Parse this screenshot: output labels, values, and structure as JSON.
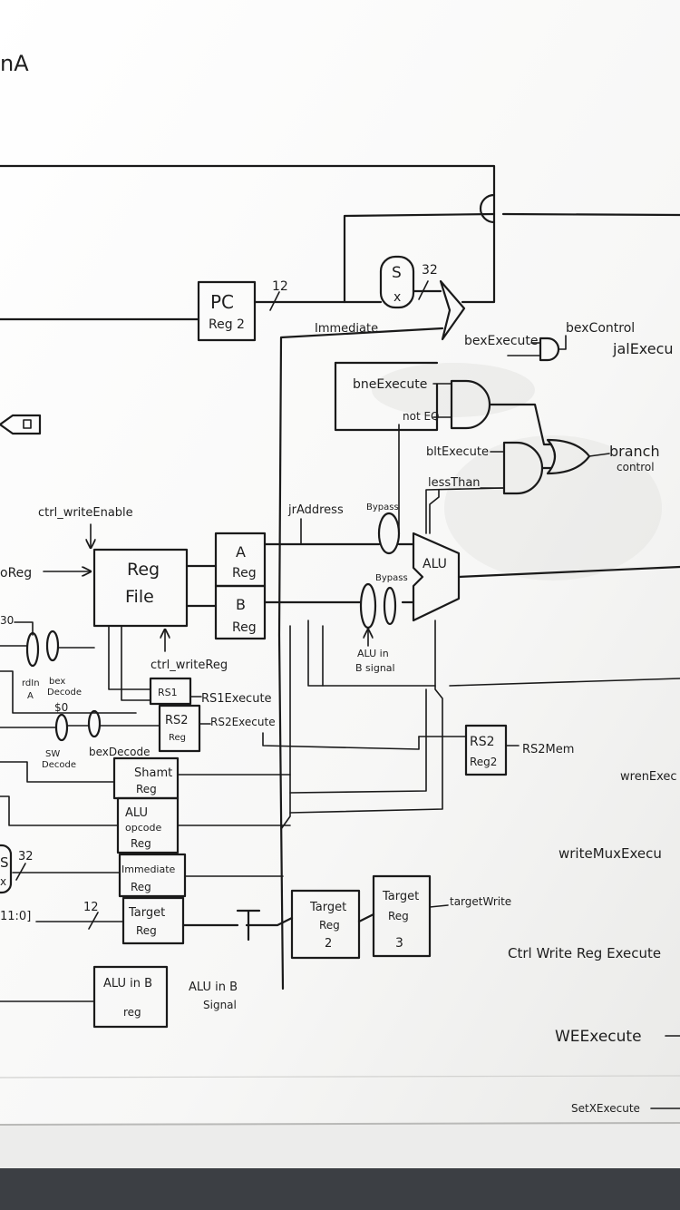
{
  "header": {
    "corner_text": "nA"
  },
  "blocks": {
    "pc_reg": {
      "line1": "PC",
      "line2": "Reg 2"
    },
    "sx_top": {
      "s": "S",
      "x": "x"
    },
    "reg_file": {
      "line1": "Reg",
      "line2": "File"
    },
    "a_reg": {
      "line1": "A",
      "line2": "Reg"
    },
    "b_reg": {
      "line1": "B",
      "line2": "Reg"
    },
    "alu": {
      "label": "ALU"
    },
    "rs1_reg": {
      "label": "RS1"
    },
    "rs2_reg": {
      "line1": "RS2",
      "line2": "Reg"
    },
    "rs2_reg2": {
      "line1": "RS2",
      "line2": "Reg2"
    },
    "shamt_reg": {
      "line1": "Shamt",
      "line2": "Reg"
    },
    "alu_opcode_reg": {
      "line1": "ALU",
      "line2": "opcode",
      "line3": "Reg"
    },
    "immediate_reg": {
      "line1": "Immediate",
      "line2": "Reg"
    },
    "target_reg": {
      "line1": "Target",
      "line2": "Reg"
    },
    "target_reg2": {
      "line1": "Target",
      "line2": "Reg",
      "line3": "2"
    },
    "target_reg3": {
      "line1": "Target",
      "line2": "Reg",
      "line3": "3"
    },
    "alu_in_b_reg": {
      "line1": "ALU in B",
      "line2": "reg"
    },
    "sx_bottom": {
      "s": "S",
      "x": "x"
    }
  },
  "labels": {
    "width_12_top": "12",
    "width_32_top": "32",
    "immediate": "Immediate",
    "bex_execute": "bexExecute",
    "bex_control": "bexControl",
    "jal_execute": "jalExecu",
    "bne_execute": "bneExecute",
    "not_eq": "not EQ",
    "blt_execute": "bltExecute",
    "less_than": "lessThan",
    "branch_control_1": "branch",
    "branch_control_2": "control",
    "ctrl_write_enable": "ctrl_writeEnable",
    "jr_address": "jrAddress",
    "bypass_1": "Bypass",
    "bypass_2": "Bypass",
    "reg_in_left": "oReg",
    "num_30": "30",
    "rd_in_a_1": "rdIn",
    "rd_in_a_2": "A",
    "bex_decode_small_1": "bex",
    "bex_decode_small_2": "Decode",
    "dollar_0": "$0",
    "sw_decode_1": "SW",
    "sw_decode_2": "Decode",
    "bex_decode": "bexDecode",
    "ctrl_write_reg": "ctrl_writeReg",
    "rs1_execute": "RS1Execute",
    "rs2_execute_small": "RS2Execute",
    "alu_in_b_signal_mid_1": "ALU in",
    "alu_in_b_signal_mid_2": "B signal",
    "rs2_mem": "RS2Mem",
    "wren_execute": "wrenExec",
    "write_mux_execute": "writeMuxExecu",
    "width_32_bottom": "32",
    "bits_11_0": "11:0]",
    "width_12_bottom": "12",
    "target_write": "targetWrite",
    "ctrl_write_reg_execute": "Ctrl Write Reg Execute",
    "alu_in_b_signal_1": "ALU in B",
    "alu_in_b_signal_2": "Signal",
    "we_execute": "WEExecute",
    "setx_execute": "SetXExecute"
  }
}
